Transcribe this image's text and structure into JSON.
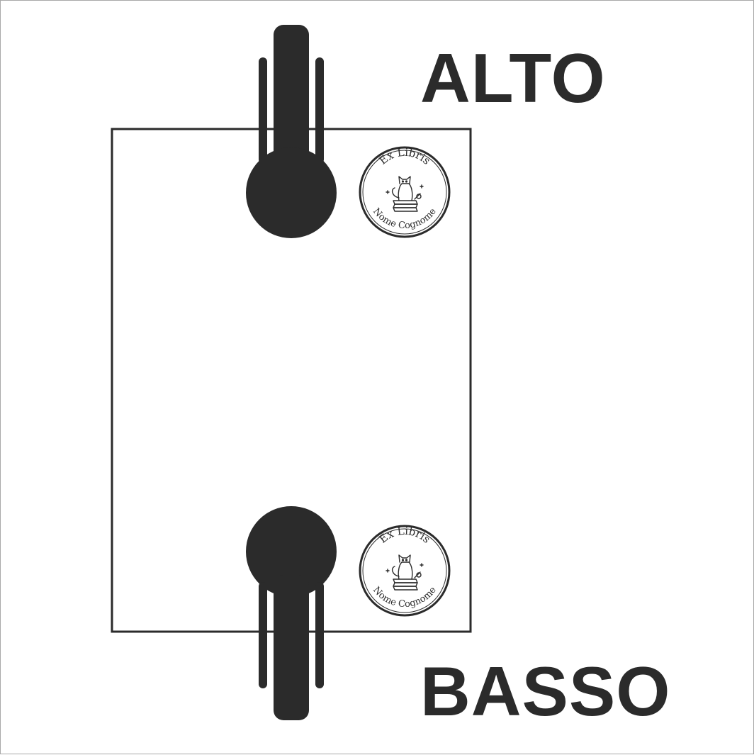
{
  "labels": {
    "top": "ALTO",
    "bottom": "BASSO"
  },
  "stamps": [
    {
      "id": "stamp-top",
      "upper_text": "Ex Libris",
      "lower_text": "Nome Cognome",
      "motif": "cat-on-books-icon"
    },
    {
      "id": "stamp-bottom",
      "upper_text": "Ex Libris",
      "lower_text": "Nome Cognome",
      "motif": "cat-on-books-icon"
    }
  ],
  "colors": {
    "ink": "#2b2b2b",
    "background": "#ffffff",
    "frame": "#a8a8a8"
  }
}
